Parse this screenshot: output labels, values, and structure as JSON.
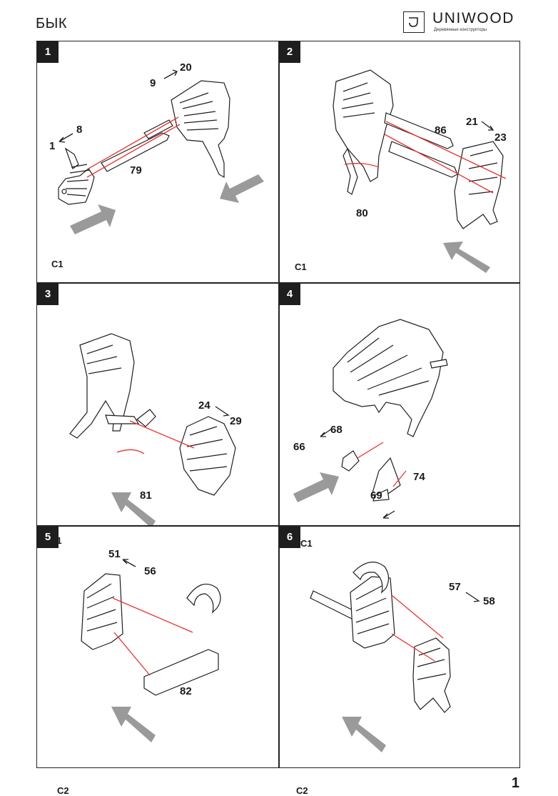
{
  "header": {
    "title": "БЫК",
    "brand_name": "UNIWOOD",
    "brand_tagline": "Деревянные конструкторы"
  },
  "steps": [
    {
      "number": "1",
      "code": "C1",
      "labels": {
        "a": "9",
        "b": "20",
        "c": "1",
        "d": "8",
        "e": "79"
      }
    },
    {
      "number": "2",
      "code": "C1",
      "labels": {
        "a": "21",
        "b": "23",
        "c": "86",
        "d": "80"
      }
    },
    {
      "number": "3",
      "code": "C1",
      "labels": {
        "a": "24",
        "b": "29",
        "c": "81"
      }
    },
    {
      "number": "4",
      "code": "C1",
      "labels": {
        "a": "66",
        "b": "68",
        "c": "74",
        "d": "69"
      }
    },
    {
      "number": "5",
      "code": "C2",
      "labels": {
        "a": "51",
        "b": "56",
        "c": "82"
      }
    },
    {
      "number": "6",
      "code": "C2",
      "labels": {
        "a": "57",
        "b": "58"
      }
    }
  ],
  "footer": {
    "page_number": "1"
  },
  "colors": {
    "guide_line": "#e8322f",
    "direction_arrow": "#9a9a9a",
    "ink": "#1e1e1e"
  }
}
